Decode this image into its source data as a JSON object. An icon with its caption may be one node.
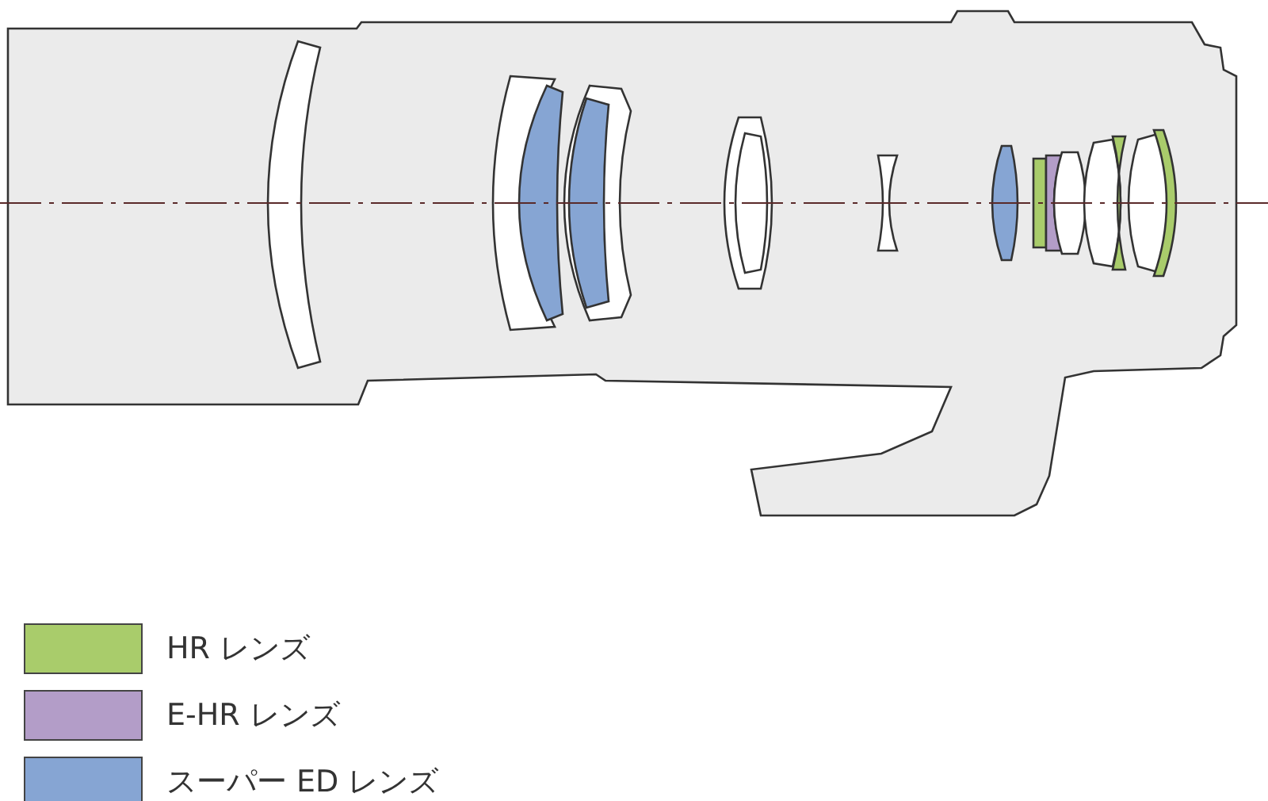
{
  "diagram": {
    "legend": [
      {
        "text": "HR レンズ",
        "color": "#a9cc6b"
      },
      {
        "text": "E-HR レンズ",
        "color": "#b39dc8"
      },
      {
        "text": "スーパー ED レンズ",
        "color": "#86a5d3"
      }
    ]
  }
}
